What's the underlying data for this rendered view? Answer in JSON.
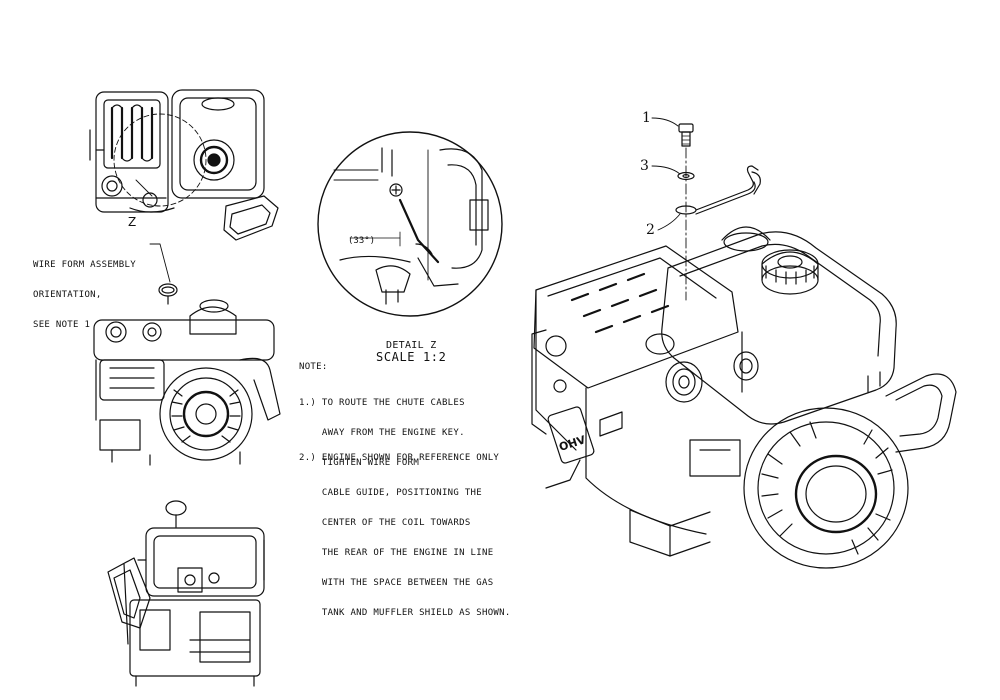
{
  "view_labels": {
    "detail_letter": "Z",
    "detail_title": "DETAIL Z",
    "detail_scale": "SCALE 1:2",
    "angle_label": "(33°)"
  },
  "annotation": {
    "line1": "WIRE FORM ASSEMBLY",
    "line2": "ORIENTATION,",
    "line3": "SEE NOTE 1"
  },
  "notes": {
    "heading": "NOTE:",
    "note1": [
      "1.) TO ROUTE THE CHUTE CABLES",
      "    AWAY FROM THE ENGINE KEY.",
      "    TIGHTEN WIRE FORM",
      "    CABLE GUIDE, POSITIONING THE",
      "    CENTER OF THE COIL TOWARDS",
      "    THE REAR OF THE ENGINE IN LINE",
      "    WITH THE SPACE BETWEEN THE GAS",
      "    TANK AND MUFFLER SHIELD AS SHOWN."
    ],
    "note2": "2.) ENGINE SHOWN FOR REFERENCE ONLY"
  },
  "callouts": [
    "1",
    "3",
    "2"
  ]
}
